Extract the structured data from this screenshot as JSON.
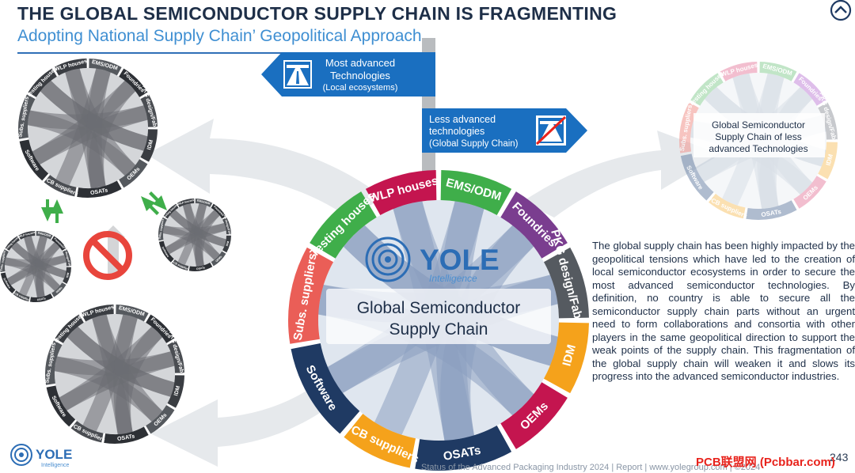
{
  "header": {
    "title": "THE GLOBAL SEMICONDUCTOR SUPPLY CHAIN IS FRAGMENTING",
    "subtitle": "Adopting National Supply Chain’ Geopolitical Approach"
  },
  "signs": {
    "most_line1": "Most advanced",
    "most_line2": "Technologies",
    "most_line3": "(Local ecosystems)",
    "less_line1": "Less advanced",
    "less_line2": "technologies",
    "less_line3": "(Global Supply Chain)"
  },
  "main_wheel": {
    "segments": [
      "WLP houses",
      "EMS/ODM",
      "Foundries",
      "PKG design/Fabless",
      "IDM",
      "OEMs",
      "OSATs",
      "PCB suppliers",
      "Software",
      "Subs. suppliers",
      "Testing houses"
    ],
    "center_line1": "Global Semiconductor",
    "center_line2": "Supply Chain",
    "logo_name": "YOLE",
    "logo_sub": "Intelligence"
  },
  "small_wheel_labels": [
    "WLP houses",
    "EMS/ODM",
    "Foundries",
    "PKG design/Fabless",
    "IDM",
    "OEMs",
    "OSATs",
    "PCB suppliers",
    "Software",
    "Subs. suppliers",
    "Testing houses"
  ],
  "right_wheel": {
    "line1": "Global Semiconductor",
    "line2": "Supply Chain of less",
    "line3": "advanced Technologies"
  },
  "body_text": "The global supply chain has been highly impacted by the geopolitical tensions which have led to the creation of local semiconductor ecosystems in order to secure the most advanced semiconductor technologies. By definition, no country is able to secure all the semiconductor supply chain parts without an urgent need to form collaborations and consortia with other players in the same geopolitical direction to support the weak points of the supply chain. This fragmentation of the global supply chain will weaken it and slows its progress into the advanced semiconductor industries.",
  "footer": {
    "logo_name": "YOLE",
    "logo_sub": "Intelligence",
    "source": "Status of the Advanced Packaging Industry 2024 | Report | www.yolegroup.com | ©2024",
    "page": "243",
    "watermark": "PCB联盟网 (Pcbbar.com)"
  },
  "colors": {
    "navy": "#1e2f48",
    "accent_blue": "#3f8fd2",
    "sign_blue": "#1a6fc0",
    "ring_green": "#3fae4a",
    "ring_crimson": "#c4154f",
    "ring_purple": "#7a3d8f",
    "ring_gray": "#555a60",
    "ring_orange": "#f5a21b",
    "ring_navy": "#1f3a63",
    "ring_red": "#ea5e57"
  }
}
